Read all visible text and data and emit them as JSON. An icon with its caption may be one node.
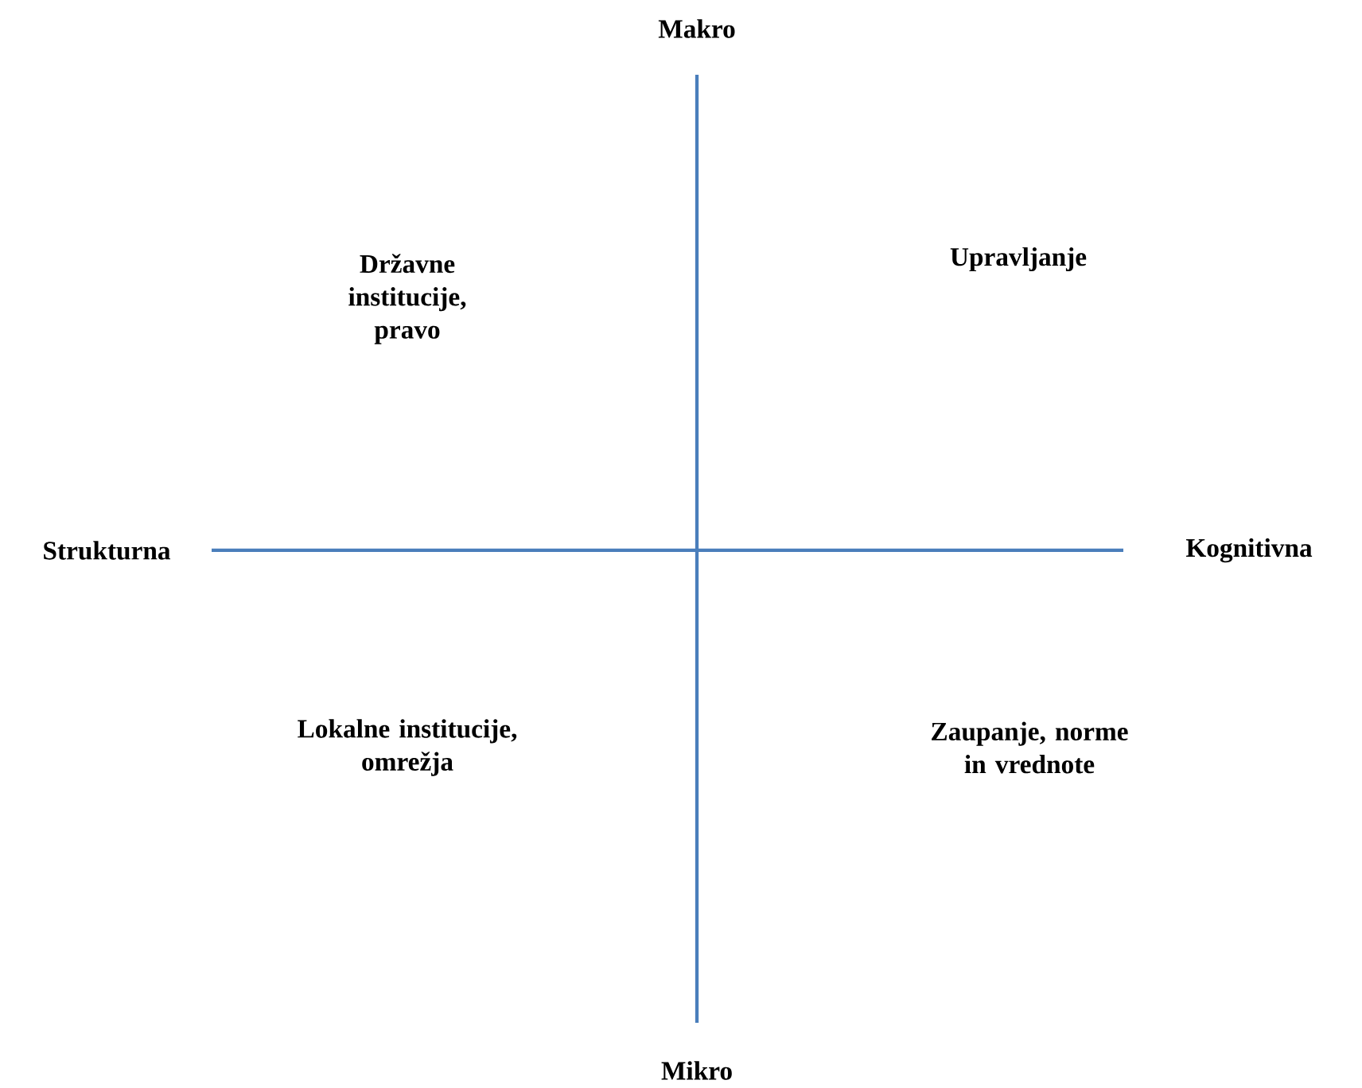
{
  "diagram": {
    "labels": [
      "Makro",
      "Državne institucije, pravo",
      "Upravljanje",
      "Strukturna",
      "Kognitivna",
      "Lokalne institucije, omrežja",
      "Zaupanje, norme in vrednote",
      "Mikro"
    ]
  }
}
